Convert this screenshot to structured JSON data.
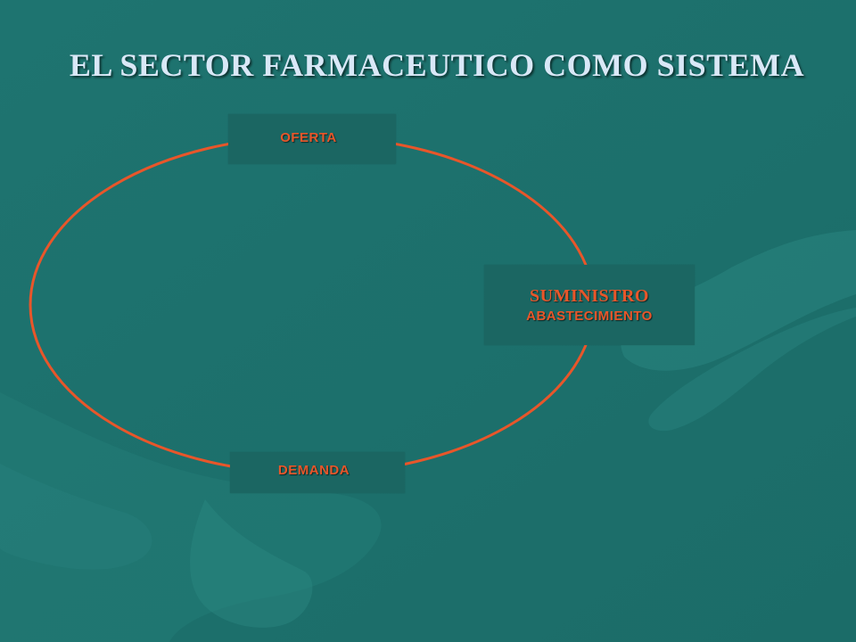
{
  "slide": {
    "title": "EL SECTOR FARMACEUTICO COMO SISTEMA"
  },
  "diagram": {
    "nodes": {
      "oferta": {
        "label": "OFERTA"
      },
      "suministro": {
        "line1": "SUMINISTRO",
        "line2": "ABASTECIMIENTO"
      },
      "demanda": {
        "label": "DEMANDA"
      }
    }
  },
  "colors": {
    "background": "#1f7470",
    "title": "#d9e8f7",
    "accent": "#e8562a",
    "node_box": "#1b6662"
  }
}
